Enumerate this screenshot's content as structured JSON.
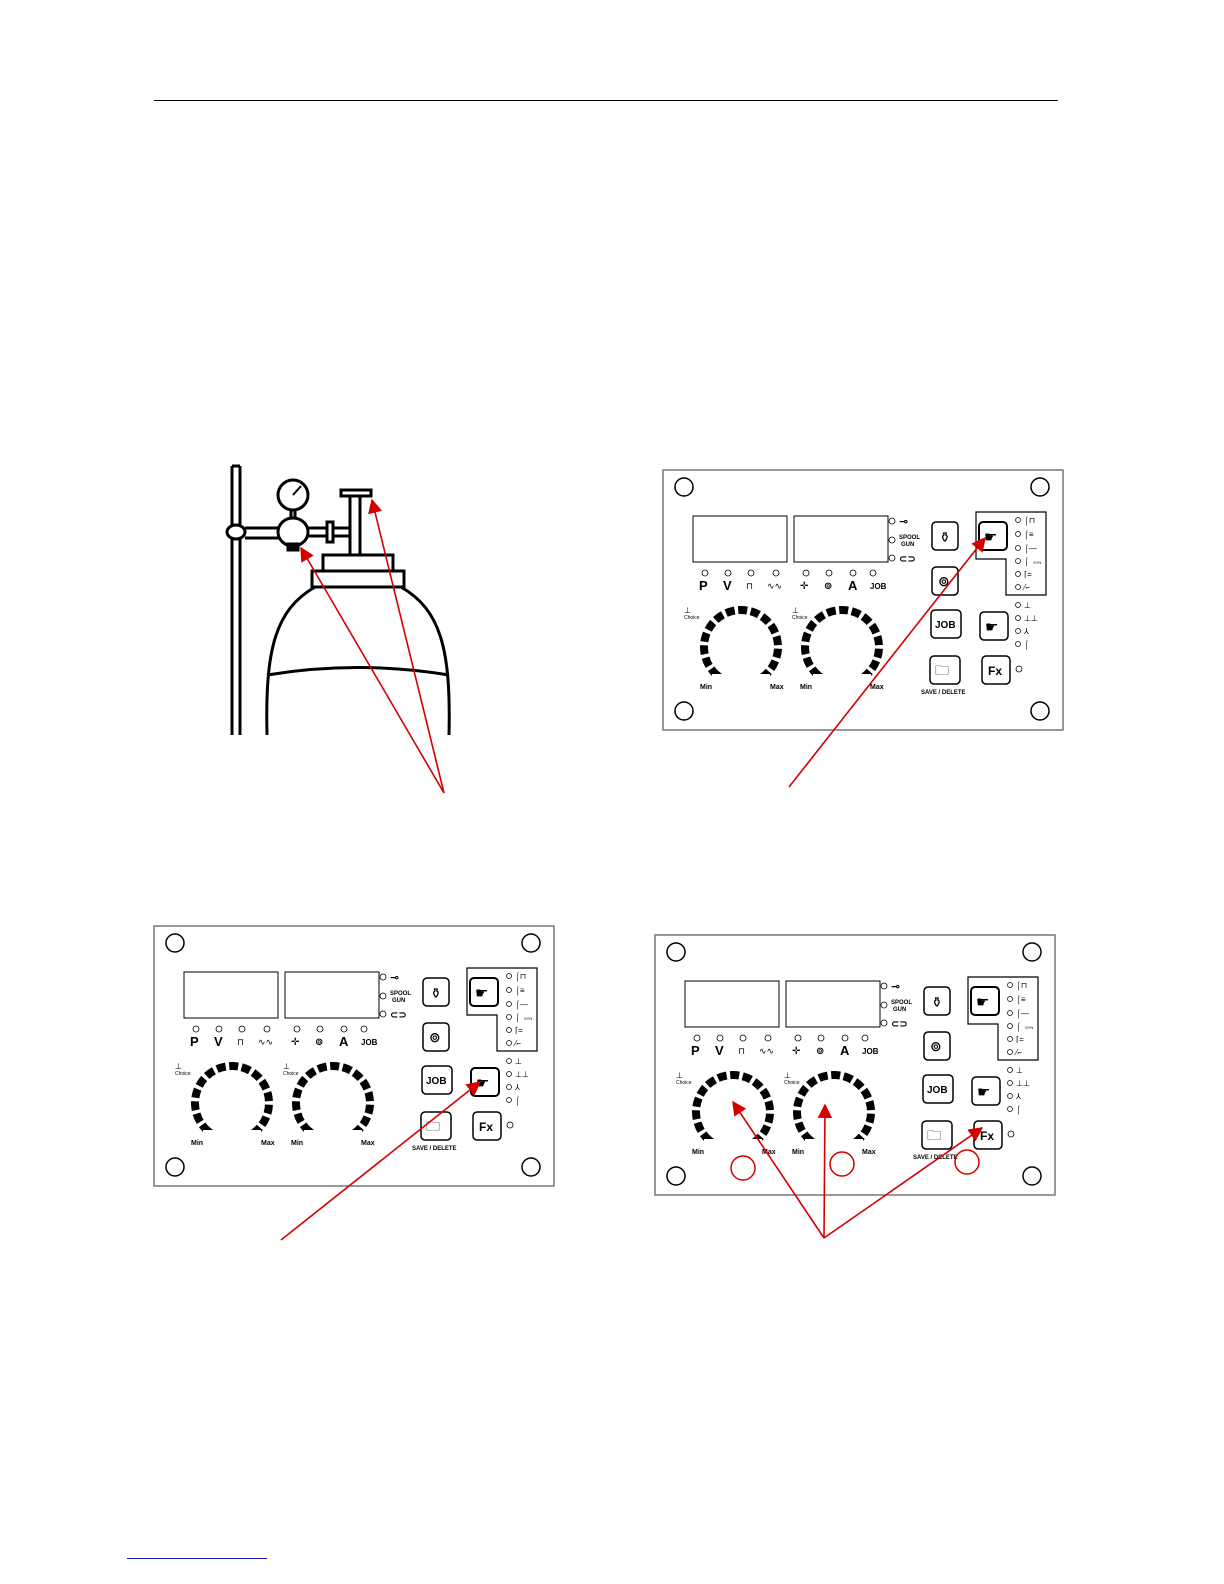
{
  "labels": {
    "p": "P",
    "v": "V",
    "a": "A",
    "job": "JOB",
    "spool_line1": "SPOOL",
    "spool_line2": "GUN",
    "choice": "Choice",
    "min": "Min",
    "max": "Max",
    "job_button": "JOB",
    "fx_button": "Fx",
    "save_delete": "SAVE / DELETE",
    "syn": "SYN"
  },
  "colors": {
    "arrow": "#d40000",
    "ink": "#000000",
    "panel_border": "#777777"
  },
  "figures": [
    {
      "id": "gas-cylinder-figure",
      "kind": "cylinder"
    },
    {
      "id": "panel-figure-1",
      "kind": "panel",
      "highlight": "process-select-button"
    },
    {
      "id": "panel-figure-2",
      "kind": "panel",
      "highlight": "mode-select-button"
    },
    {
      "id": "panel-figure-3",
      "kind": "panel",
      "highlight": [
        "left-knob",
        "right-knob",
        "fx-button"
      ]
    }
  ]
}
